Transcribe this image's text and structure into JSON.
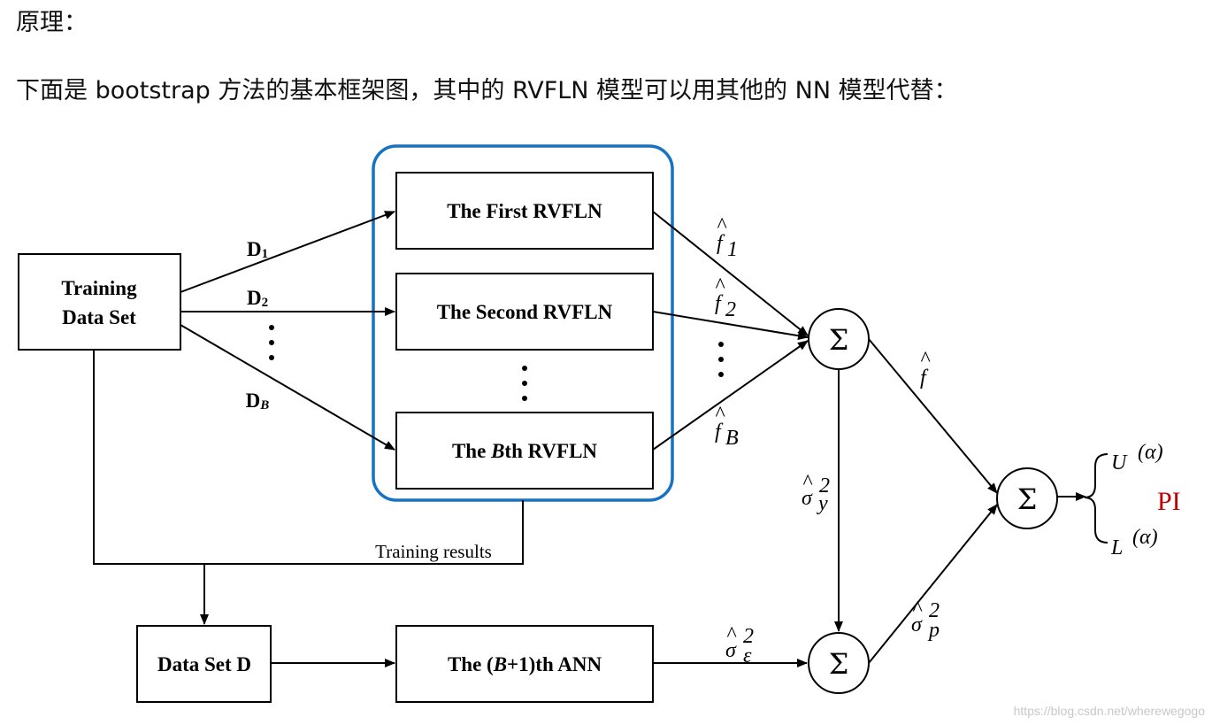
{
  "text": {
    "heading": "原理：",
    "intro": "下面是 bootstrap  方法的基本框架图，其中的 RVFLN 模型可以用其他的 NN 模型代替："
  },
  "diagram": {
    "training_line1": "Training",
    "training_line2": "Data Set",
    "d1_main": "D",
    "d1_sub": "1",
    "d2_main": "D",
    "d2_sub": "2",
    "db_main": "D",
    "db_sub": "B",
    "first": "The First RVFLN",
    "second": "The Second RVFLN",
    "bth_pre": "The ",
    "bth_b": "B",
    "bth_post": "th RVFLN",
    "training_results": "Training results",
    "dataset_d": "Data Set D",
    "ann_pre": "The (",
    "ann_b": "B",
    "ann_post": "+1)th ANN",
    "sum_symbol": "Σ",
    "f_hat": "f",
    "sub_1": "1",
    "sub_2": "2",
    "sub_b": "B",
    "sigma": "σ",
    "sup_2": "2",
    "sub_y": "y",
    "sub_eps": "ε",
    "sub_p": "p",
    "u_main": "U",
    "l_main": "L",
    "alpha_sup": "(α)",
    "pi_label": "PI"
  },
  "watermark": "https://blog.csdn.net/wherewegogo",
  "colors": {
    "group_border": "#1673c2",
    "pi_text": "#c00000"
  }
}
